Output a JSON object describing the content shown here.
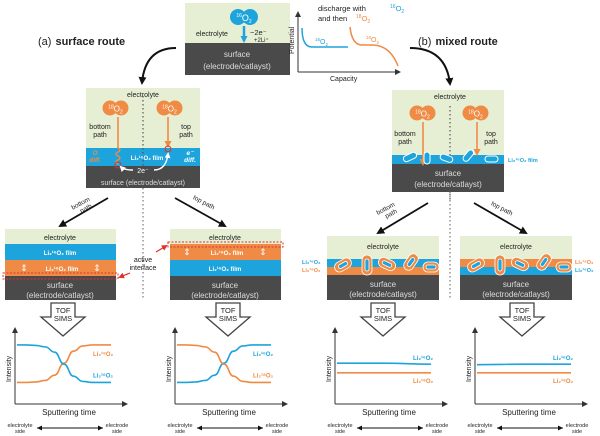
{
  "colors": {
    "electrolyte": "#e6efd3",
    "surface": "#4a4a4a",
    "li16": "#1ea4dc",
    "li18": "#ef8b45",
    "arrow": "#111111",
    "interface": "#e0302a",
    "text": "#222222",
    "axis": "#333333"
  },
  "top": {
    "o2_badge": "16O2",
    "o2_badge_mass": "16",
    "electrolyte_label": "electrolyte",
    "reaction_1": "−2e⁻",
    "reaction_2": "+2Li⁺",
    "surface_line1": "surface",
    "surface_line2": "(electrode/catlayst)",
    "discharge_line1": "discharge with",
    "discharge_iso1": "16O2",
    "discharge_line2": "and then",
    "discharge_iso2": "18O2",
    "plot_ylabel": "Potential",
    "plot_xlabel": "Capacity",
    "curve1_label": "16O2",
    "curve2_label": "18O2"
  },
  "panel_a": {
    "letter": "(a)",
    "title": "surface route",
    "electrolyte_label": "electrolyte",
    "o2_left": "18O2",
    "o2_right": "18O2",
    "bottom_path": [
      "bottom",
      "path"
    ],
    "top_path": [
      "top",
      "path"
    ],
    "o_diff": [
      "O",
      "diff."
    ],
    "e_diff": [
      "e⁻",
      "diff."
    ],
    "film_label": "Li₂¹⁶O₂ film",
    "electrons": "2e⁻",
    "surface_label": "surface (electrode/catlayst)"
  },
  "panel_b": {
    "letter": "(b)",
    "title": "mixed route",
    "electrolyte_label": "electrolyte",
    "o2_left": "18O2",
    "o2_right": "18O2",
    "bottom_path": [
      "bottom",
      "path"
    ],
    "top_path": [
      "top",
      "path"
    ],
    "film_label": "Li₂¹⁶O₂ film",
    "surface_line1": "surface",
    "surface_line2": "(electrode/catlayst)"
  },
  "branch_arrows": {
    "a_bottom": [
      "bottom",
      "path"
    ],
    "a_top": "top path",
    "b_bottom": [
      "bottom",
      "path"
    ],
    "b_top": "top path"
  },
  "results": [
    {
      "electrolyte": "electrolyte",
      "layers": [
        "Li₂¹⁶O₂ film",
        "Li₂¹⁸O₂ film"
      ],
      "surface1": "surface",
      "surface2": "(electrode/catlayst)"
    },
    {
      "electrolyte": "electrolyte",
      "layers": [
        "Li₂¹⁸O₂ film",
        "Li₂¹⁶O₂ film"
      ],
      "surface1": "surface",
      "surface2": "(electrode/catlayst)"
    },
    {
      "electrolyte": "electrolyte",
      "side_labels": [
        "Li₂¹⁶O₂",
        "Li₂¹⁸O₂"
      ],
      "surface1": "surface",
      "surface2": "(electrode/catlayst)"
    },
    {
      "electrolyte": "electrolyte",
      "side_labels": [
        "Li₂¹⁸O₂",
        "Li₂¹⁶O₂"
      ],
      "surface1": "surface",
      "surface2": "(electrode/catlayst)"
    }
  ],
  "active_interface": [
    "active",
    "interface"
  ],
  "tof_sims": [
    "TOF",
    "SIMS"
  ],
  "chart_data": [
    {
      "type": "line",
      "title": "",
      "xlabel": "Sputtering time",
      "ylabel": "Intensity",
      "x": [
        0,
        0.1,
        0.2,
        0.3,
        0.4,
        0.5,
        0.6,
        0.7,
        0.8,
        0.9,
        1.0
      ],
      "ylim": [
        0,
        1
      ],
      "series": [
        {
          "name": "Li₂¹⁸O₂",
          "color": "li18",
          "values": [
            0.2,
            0.2,
            0.21,
            0.24,
            0.35,
            0.6,
            0.85,
            0.96,
            0.98,
            0.98,
            0.98
          ]
        },
        {
          "name": "Li₂¹⁶O₂",
          "color": "li16",
          "values": [
            0.98,
            0.98,
            0.97,
            0.94,
            0.83,
            0.58,
            0.33,
            0.22,
            0.2,
            0.2,
            0.2
          ]
        }
      ],
      "x_direction": [
        "electrolyte side",
        "electrode side"
      ]
    },
    {
      "type": "line",
      "title": "",
      "xlabel": "Sputtering time",
      "ylabel": "Intensity",
      "x": [
        0,
        0.1,
        0.2,
        0.3,
        0.4,
        0.5,
        0.6,
        0.7,
        0.8,
        0.9,
        1.0
      ],
      "ylim": [
        0,
        1
      ],
      "series": [
        {
          "name": "Li₂¹⁶O₂",
          "color": "li16",
          "values": [
            0.2,
            0.2,
            0.21,
            0.24,
            0.35,
            0.6,
            0.85,
            0.96,
            0.98,
            0.98,
            0.98
          ]
        },
        {
          "name": "Li₂¹⁸O₂",
          "color": "li18",
          "values": [
            0.98,
            0.98,
            0.97,
            0.94,
            0.83,
            0.58,
            0.33,
            0.22,
            0.2,
            0.2,
            0.2
          ]
        }
      ],
      "x_direction": [
        "electrolyte side",
        "electrode side"
      ]
    },
    {
      "type": "line",
      "title": "",
      "xlabel": "Sputtering time",
      "ylabel": "Intensity",
      "x": [
        0,
        0.5,
        1.0
      ],
      "ylim": [
        0,
        1
      ],
      "series": [
        {
          "name": "Li₂¹⁶O₂",
          "color": "li16",
          "values": [
            0.6,
            0.6,
            0.58
          ]
        },
        {
          "name": "Li₂¹⁸O₂",
          "color": "li18",
          "values": [
            0.4,
            0.4,
            0.4
          ]
        }
      ],
      "x_direction": [
        "electrolyte side",
        "electrode side"
      ]
    },
    {
      "type": "line",
      "title": "",
      "xlabel": "Sputtering time",
      "ylabel": "Intensity",
      "x": [
        0,
        0.5,
        1.0
      ],
      "ylim": [
        0,
        1
      ],
      "series": [
        {
          "name": "Li₂¹⁶O₂",
          "color": "li16",
          "values": [
            0.57,
            0.58,
            0.58
          ]
        },
        {
          "name": "Li₂¹⁸O₂",
          "color": "li18",
          "values": [
            0.4,
            0.4,
            0.4
          ]
        }
      ],
      "x_direction": [
        "electrolyte side",
        "electrode side"
      ]
    }
  ]
}
